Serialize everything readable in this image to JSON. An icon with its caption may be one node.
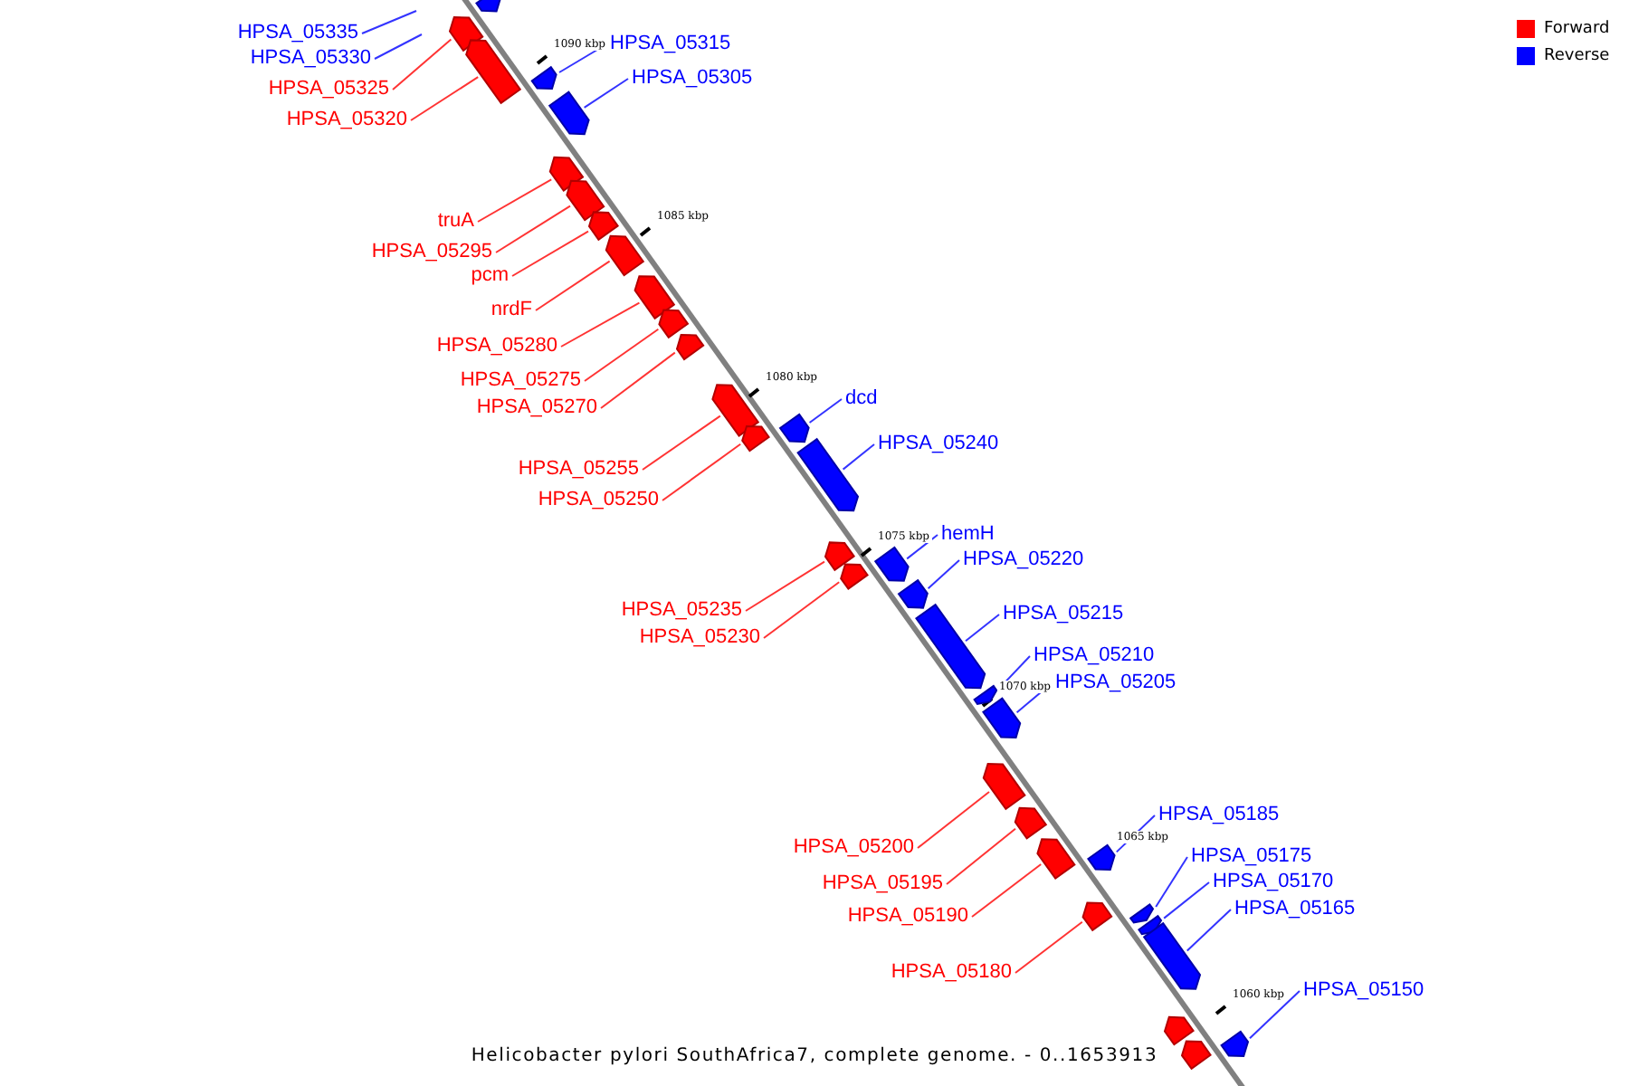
{
  "diagram": {
    "caption": "Helicobacter pylori SouthAfrica7, complete genome. - 0..1653913",
    "nodes": [
      {
        "text": [
          "HPSA_05335"
        ]
      },
      {
        "text": [
          "HPSA_05330"
        ]
      },
      {
        "text": [
          "HPSA_05325"
        ]
      },
      {
        "text": [
          "HPSA_05320"
        ]
      },
      {
        "text": [
          "HPSA_05315"
        ]
      },
      {
        "text": [
          "HPSA_05305"
        ]
      },
      {
        "text": [
          "truA"
        ]
      },
      {
        "text": [
          "HPSA_05295"
        ]
      },
      {
        "text": [
          "pcm"
        ]
      },
      {
        "text": [
          "nrdF"
        ]
      },
      {
        "text": [
          "HPSA_05280"
        ]
      },
      {
        "text": [
          "HPSA_05275"
        ]
      },
      {
        "text": [
          "HPSA_05270"
        ]
      },
      {
        "text": [
          "HPSA_05255"
        ]
      },
      {
        "text": [
          "HPSA_05250"
        ]
      },
      {
        "text": [
          "dcd"
        ]
      },
      {
        "text": [
          "HPSA_05240"
        ]
      },
      {
        "text": [
          "HPSA_05235"
        ]
      },
      {
        "text": [
          "HPSA_05230"
        ]
      },
      {
        "text": [
          "hemH"
        ]
      },
      {
        "text": [
          "HPSA_05220"
        ]
      },
      {
        "text": [
          "HPSA_05215"
        ]
      },
      {
        "text": [
          "HPSA_05210"
        ]
      },
      {
        "text": [
          "HPSA_05205"
        ]
      },
      {
        "text": [
          "HPSA_05200"
        ]
      },
      {
        "text": [
          "HPSA_05195"
        ]
      },
      {
        "text": [
          "HPSA_05190"
        ]
      },
      {
        "text": [
          "HPSA_05185"
        ]
      },
      {
        "text": [
          "HPSA_05180"
        ]
      },
      {
        "text": [
          "HPSA_05175"
        ]
      },
      {
        "text": [
          "HPSA_05170"
        ]
      },
      {
        "text": [
          "HPSA_05165"
        ]
      },
      {
        "text": [
          "HPSA_05150"
        ]
      },
      {
        "text": [],
        "shape": "bar"
      },
      {
        "text": [],
        "shape": "bar"
      },
      {
        "text": [],
        "shape": "bar"
      },
      {
        "text": [],
        "shape": "bar"
      },
      {
        "text": [],
        "shape": "bar"
      },
      {
        "text": [],
        "shape": "bar"
      },
      {
        "text": [],
        "shape": "bar"
      },
      {
        "text": [],
        "shape": "bar"
      },
      {
        "text": [],
        "shape": "bar"
      },
      {
        "text": [],
        "shape": "bar"
      },
      {
        "text": [],
        "shape": "bar"
      },
      {
        "text": [],
        "shape": "bar"
      },
      {
        "text": [],
        "shape": "bar"
      },
      {
        "text": [],
        "shape": "bar"
      },
      {
        "text": [],
        "shape": "bar"
      },
      {
        "text": [],
        "shape": "bar"
      },
      {
        "text": [],
        "shape": "bar"
      },
      {
        "text": [],
        "shape": "bar"
      },
      {
        "text": [],
        "shape": "bar"
      },
      {
        "text": [],
        "shape": "bar"
      },
      {
        "text": [],
        "shape": "bar"
      },
      {
        "text": [],
        "shape": "bar"
      },
      {
        "text": [],
        "shape": "bar"
      },
      {
        "text": [],
        "shape": "bar"
      },
      {
        "text": [],
        "shape": "bar"
      },
      {
        "text": [],
        "shape": "bar"
      },
      {
        "text": [],
        "shape": "bar"
      },
      {
        "text": [],
        "shape": "bar"
      },
      {
        "text": [],
        "shape": "bar"
      },
      {
        "text": [],
        "shape": "bar"
      },
      {
        "text": [],
        "shape": "bar"
      },
      {
        "text": [],
        "shape": "bar"
      },
      {
        "text": [],
        "shape": "bar"
      },
      {
        "text": [],
        "shape": "bar"
      }
    ],
    "edges": [
      {
        "from": 0,
        "to": null,
        "arrow": "none",
        "color": "#3333ff"
      },
      {
        "from": 1,
        "to": null,
        "arrow": "none",
        "color": "#3333ff"
      },
      {
        "from": 2,
        "to": 34,
        "arrow": "none"
      },
      {
        "from": 3,
        "to": 35,
        "arrow": "none"
      },
      {
        "from": 4,
        "to": 36,
        "arrow": "none",
        "color": "#3333ff"
      },
      {
        "from": 5,
        "to": 37,
        "arrow": "none",
        "color": "#3333ff"
      },
      {
        "from": 6,
        "to": 38,
        "arrow": "none"
      },
      {
        "from": 7,
        "to": 39,
        "arrow": "none"
      },
      {
        "from": 8,
        "to": 40,
        "arrow": "none"
      },
      {
        "from": 9,
        "to": 41,
        "arrow": "none"
      },
      {
        "from": 10,
        "to": 42,
        "arrow": "none"
      },
      {
        "from": 11,
        "to": 43,
        "arrow": "none"
      },
      {
        "from": 12,
        "to": 44,
        "arrow": "none"
      },
      {
        "from": 13,
        "to": 45,
        "arrow": "none"
      },
      {
        "from": 14,
        "to": 46,
        "arrow": "none"
      },
      {
        "from": 15,
        "to": 47,
        "arrow": "none",
        "color": "#3333ff"
      },
      {
        "from": 16,
        "to": 48,
        "arrow": "none",
        "color": "#3333ff"
      },
      {
        "from": 17,
        "to": 49,
        "arrow": "none"
      },
      {
        "from": 18,
        "to": 50,
        "arrow": "none"
      },
      {
        "from": 19,
        "to": 51,
        "arrow": "none",
        "color": "#3333ff"
      },
      {
        "from": 20,
        "to": 52,
        "arrow": "none",
        "color": "#3333ff"
      },
      {
        "from": 21,
        "to": 53,
        "arrow": "none",
        "color": "#3333ff"
      },
      {
        "from": 22,
        "to": 54,
        "arrow": "none",
        "color": "#3333ff"
      },
      {
        "from": 23,
        "to": 55,
        "arrow": "none",
        "color": "#3333ff"
      },
      {
        "from": 24,
        "to": 56,
        "arrow": "none"
      },
      {
        "from": 25,
        "to": 57,
        "arrow": "none"
      },
      {
        "from": 26,
        "to": 58,
        "arrow": "none"
      },
      {
        "from": 27,
        "to": 59,
        "arrow": "none",
        "color": "#3333ff"
      },
      {
        "from": 28,
        "to": 60,
        "arrow": "none"
      },
      {
        "from": 29,
        "to": 61,
        "arrow": "none",
        "color": "#3333ff"
      },
      {
        "from": 30,
        "to": 62,
        "arrow": "none",
        "color": "#3333ff"
      },
      {
        "from": 31,
        "to": 63,
        "arrow": "none",
        "color": "#3333ff"
      },
      {
        "from": 32,
        "to": 66,
        "arrow": "none",
        "color": "#3333ff"
      }
    ],
    "labels": [
      "1090 kbp",
      "1085 kbp",
      "1080 kbp",
      "1075 kbp",
      "1070 kbp",
      "1065 kbp",
      "1060 kbp"
    ],
    "legend": [
      {
        "text": "Forward",
        "color": "#ff0000"
      },
      {
        "text": "Reverse",
        "color": "#0000ff"
      }
    ]
  }
}
